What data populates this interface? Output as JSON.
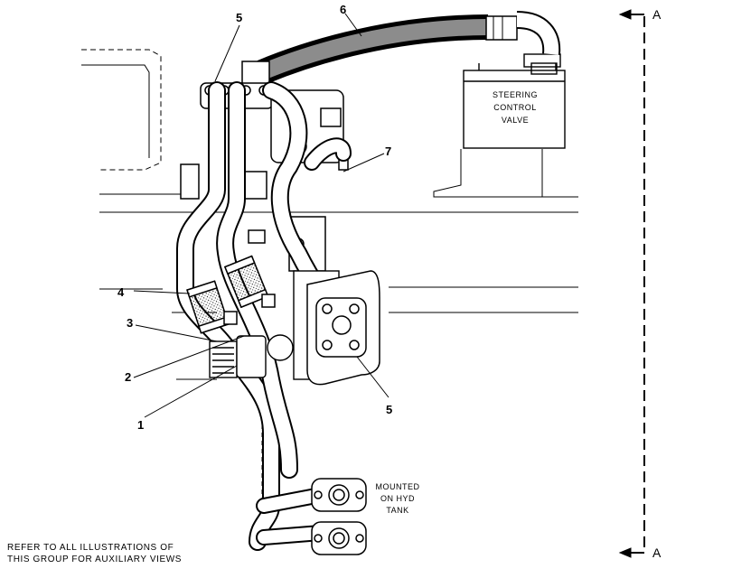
{
  "callouts": {
    "c1": "1",
    "c2": "2",
    "c3": "3",
    "c4": "4",
    "c5_top": "5",
    "c5_bottom": "5",
    "c6": "6",
    "c7": "7"
  },
  "labels": {
    "steering_line1": "STEERING",
    "steering_line2": "CONTROL",
    "steering_line3": "VALVE",
    "mounted_line1": "MOUNTED",
    "mounted_line2": "ON HYD",
    "mounted_line3": "TANK",
    "footnote_line1": "REFER TO ALL ILLUSTRATIONS OF",
    "footnote_line2": "THIS GROUP FOR AUXILIARY VIEWS"
  },
  "section": {
    "top": "A",
    "bottom": "A"
  }
}
